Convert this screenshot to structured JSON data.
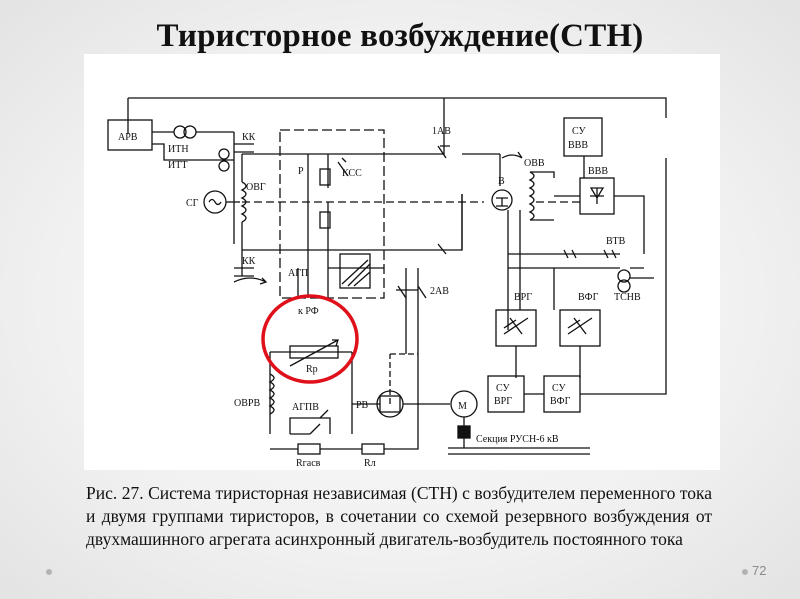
{
  "slide": {
    "title": "Тиристорное возбуждение(СТН)",
    "caption": "Рис. 27. Система тиристорная независимая (СТН) с возбудителем переменного тока и двумя группами тиристоров, в сочетании со схемой резервного возбуждения от двухмашинного агрегата асинхронный двигатель-возбудитель постоянного тока",
    "page_number": "72"
  },
  "diagram": {
    "labels": {
      "arv": "АРВ",
      "itn": "ИТН",
      "itt": "ИТТ",
      "kk_top": "КК",
      "kk_bottom": "КК",
      "sg": "СГ",
      "ovg": "ОВГ",
      "r": "Р",
      "kss": "КСС",
      "agp": "АГП",
      "one_av": "1АВ",
      "two_av": "2АВ",
      "su_vvv_1": "СУ",
      "su_vvv_2": "ВВВ",
      "ovv": "ОВВ",
      "vvv": "ВВВ",
      "v": "В",
      "vtv": "ВТВ",
      "vrg": "ВРГ",
      "vfg": "ВФГ",
      "tsnv": "ТСНВ",
      "k_rf": "к РФ",
      "rp": "Rр",
      "ovrv": "ОВРВ",
      "agpv": "АГПВ",
      "rv": "РВ",
      "m": "М",
      "su_vrg_1": "СУ",
      "su_vrg_2": "ВРГ",
      "su_vfg_1": "СУ",
      "su_vfg_2": "ВФГ",
      "section": "Секция РУСН-6 кВ",
      "r_gasv": "Rгасв",
      "r_l": "Rл"
    },
    "highlight_color": "#e0101a"
  }
}
